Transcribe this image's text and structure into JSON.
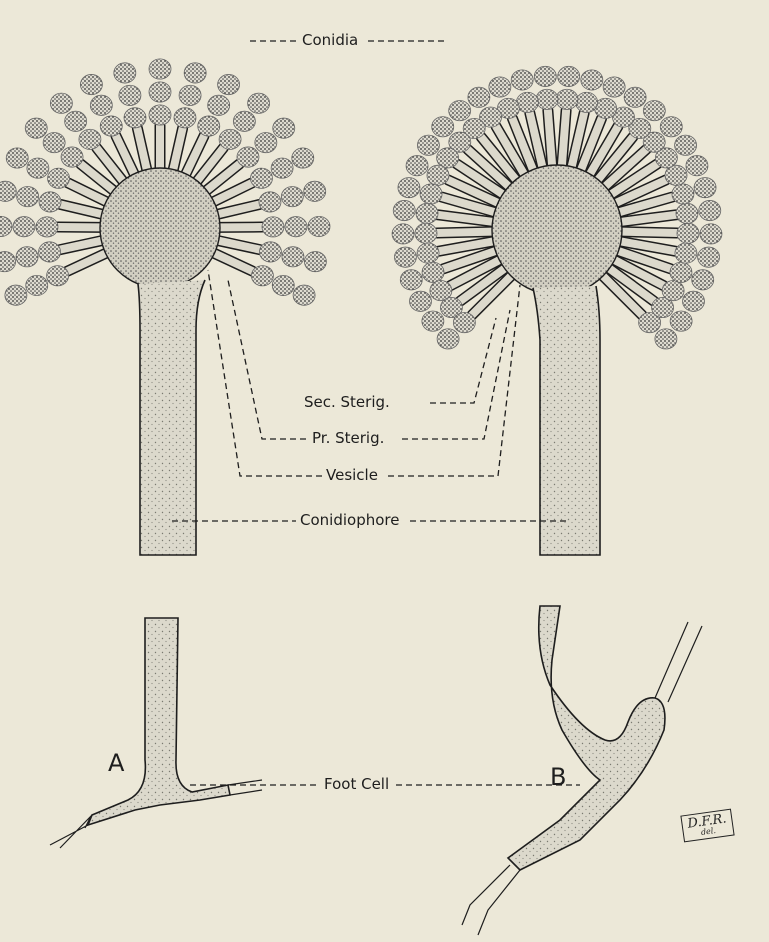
{
  "labels": {
    "conidia": "Conidia",
    "sec_sterig": "Sec. Sterig.",
    "pr_sterig": "Pr. Sterig.",
    "vesicle": "Vesicle",
    "conidiophore": "Conidiophore",
    "foot_cell": "Foot Cell"
  },
  "panels": {
    "a": "A",
    "b": "B"
  },
  "signature": {
    "initials": "D.F.R.",
    "note": "del."
  },
  "colors": {
    "background": "#ece8d8",
    "ink": "#1e1e1e",
    "stipple": "#d9d6c8"
  }
}
